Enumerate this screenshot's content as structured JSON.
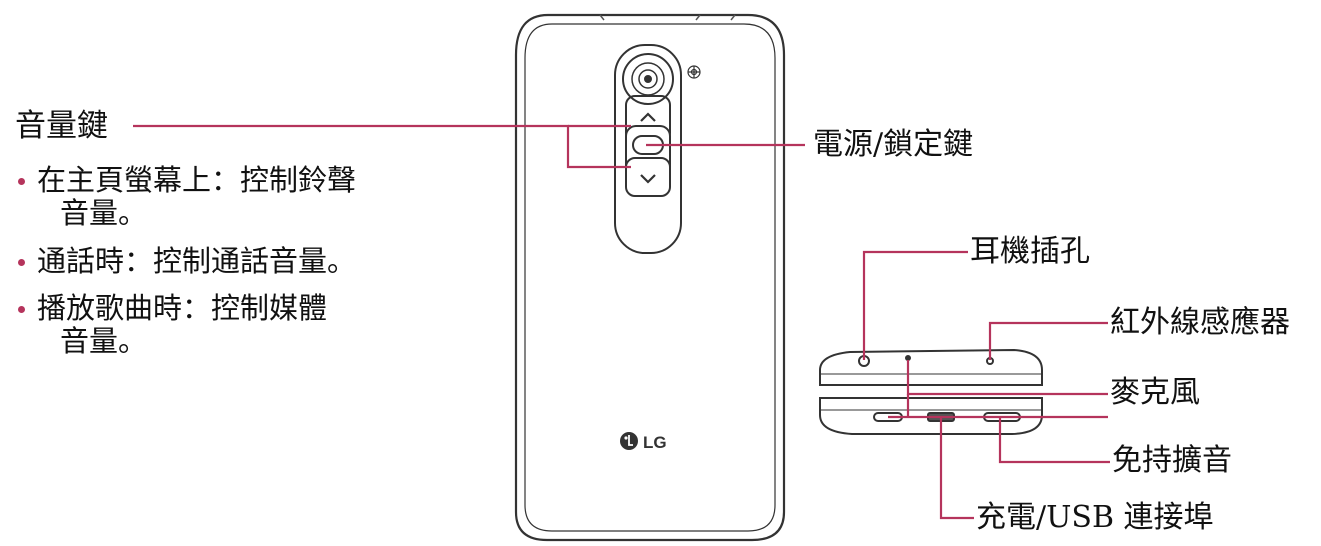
{
  "colors": {
    "callout_line": "#b5345c",
    "bullet": "#b5345c",
    "device_outline": "#333333"
  },
  "volume": {
    "title": "音量鍵",
    "bullets": [
      {
        "text": "在主頁螢幕上：控制鈴聲",
        "continuation": "音量。"
      },
      {
        "text": "通話時：控制通話音量。",
        "continuation": ""
      },
      {
        "text": "播放歌曲時：控制媒體",
        "continuation": "音量。"
      }
    ]
  },
  "labels": {
    "power_lock": "電源/鎖定鍵",
    "earphone_jack": "耳機插孔",
    "ir_sensor": "紅外線感應器",
    "microphone": "麥克風",
    "speaker": "免持擴音",
    "charger_usb": "充電/USB 連接埠"
  },
  "device": {
    "logo": "LG"
  }
}
